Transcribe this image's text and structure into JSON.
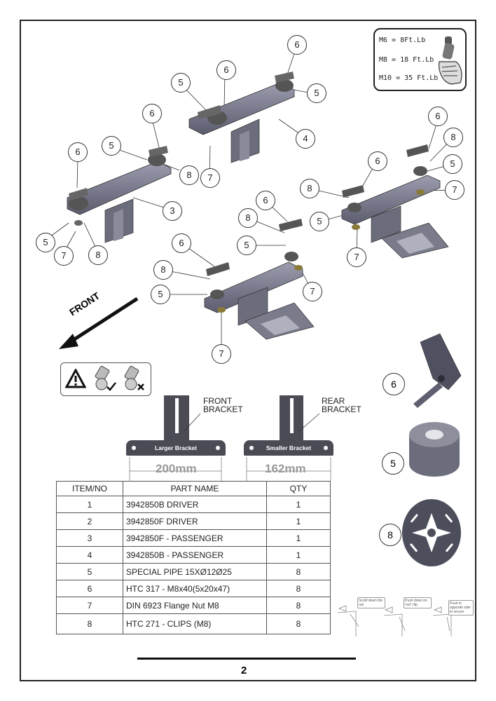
{
  "torque": {
    "m6": "M6 = 8Ft.Lb",
    "m8": "M8 = 18 Ft.Lb",
    "m10": "M10 = 35 Ft.Lb"
  },
  "front_label": "FRONT",
  "brackets": {
    "front_label_1": "FRONT",
    "front_label_2": "BRACKET",
    "rear_label_1": "REAR",
    "rear_label_2": "BRACKET",
    "larger_plate": "Larger Bracket",
    "smaller_plate": "Smaller Bracket",
    "larger_dim": "200mm",
    "smaller_dim": "162mm"
  },
  "table": {
    "headers": [
      "ITEM/NO",
      "PART NAME",
      "QTY"
    ],
    "rows": [
      {
        "item": "1",
        "name": "3942850B DRIVER",
        "qty": "1"
      },
      {
        "item": "2",
        "name": "3942850F DRIVER",
        "qty": "1"
      },
      {
        "item": "3",
        "name": "3942850F - PASSENGER",
        "qty": "1"
      },
      {
        "item": "4",
        "name": "3942850B - PASSENGER",
        "qty": "1"
      },
      {
        "item": "5",
        "name": "SPECIAL PIPE 15XØ12Ø25",
        "qty": "8"
      },
      {
        "item": "6",
        "name": "HTC 317 - M8x40(5x20x47)",
        "qty": "8"
      },
      {
        "item": "7",
        "name": "DIN 6923 Flange Nut M8",
        "qty": "8"
      },
      {
        "item": "8",
        "name": "HTC 271 - CLIPS (M8)",
        "qty": "8"
      }
    ]
  },
  "part_labels": {
    "p6": "6",
    "p5": "5",
    "p8": "8"
  },
  "howto": [
    "Scroll down the nut",
    "Push down on 'nut' clip",
    "Push in opposite side to secure"
  ],
  "callouts": {
    "c3": "3",
    "c4": "4",
    "c5": "5",
    "c6": "6",
    "c7": "7",
    "c8": "8"
  },
  "page_number": "2"
}
